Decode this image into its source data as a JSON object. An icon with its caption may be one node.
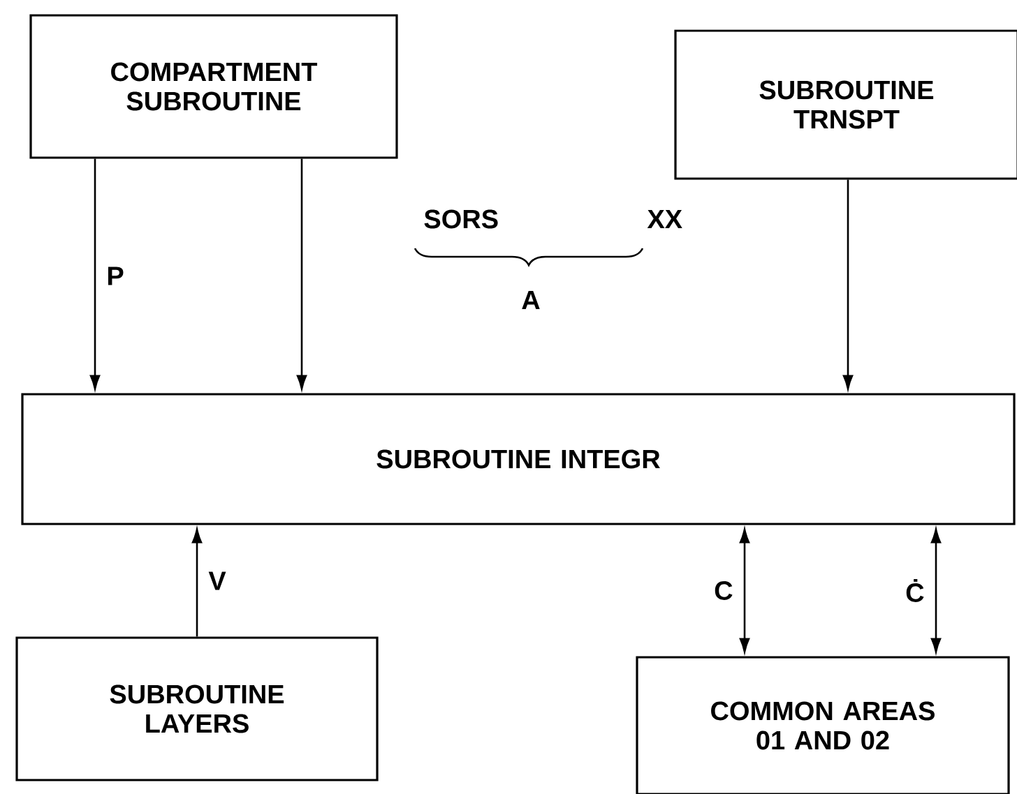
{
  "diagram": {
    "nodes": [
      {
        "text": [
          "COMPARTMENT SUBROUTINE"
        ]
      },
      {
        "text": [
          "SUBROUTINE TRNSPT"
        ]
      },
      {
        "text": [
          "SUBROUTINE  INTEGR"
        ]
      },
      {
        "text": [
          "SUBROUTINE LAYERS"
        ]
      },
      {
        "text": [
          "COMMON AREAS 01 AND 02"
        ]
      }
    ],
    "edges": [
      {
        "from": 0,
        "to": 2,
        "arrow": "to",
        "label": "P"
      },
      {
        "from": 0,
        "to": 2,
        "arrow": "to"
      },
      {
        "from": 1,
        "to": 2,
        "arrow": "to"
      },
      {
        "from": 3,
        "to": 2,
        "arrow": "to",
        "label": "V"
      },
      {
        "from": 2,
        "to": 4,
        "arrow": "both",
        "label": "C"
      },
      {
        "from": 2,
        "to": 4,
        "arrow": "both",
        "label": "Ċ"
      }
    ],
    "labels": [
      "SORS",
      "XX",
      "A"
    ]
  }
}
